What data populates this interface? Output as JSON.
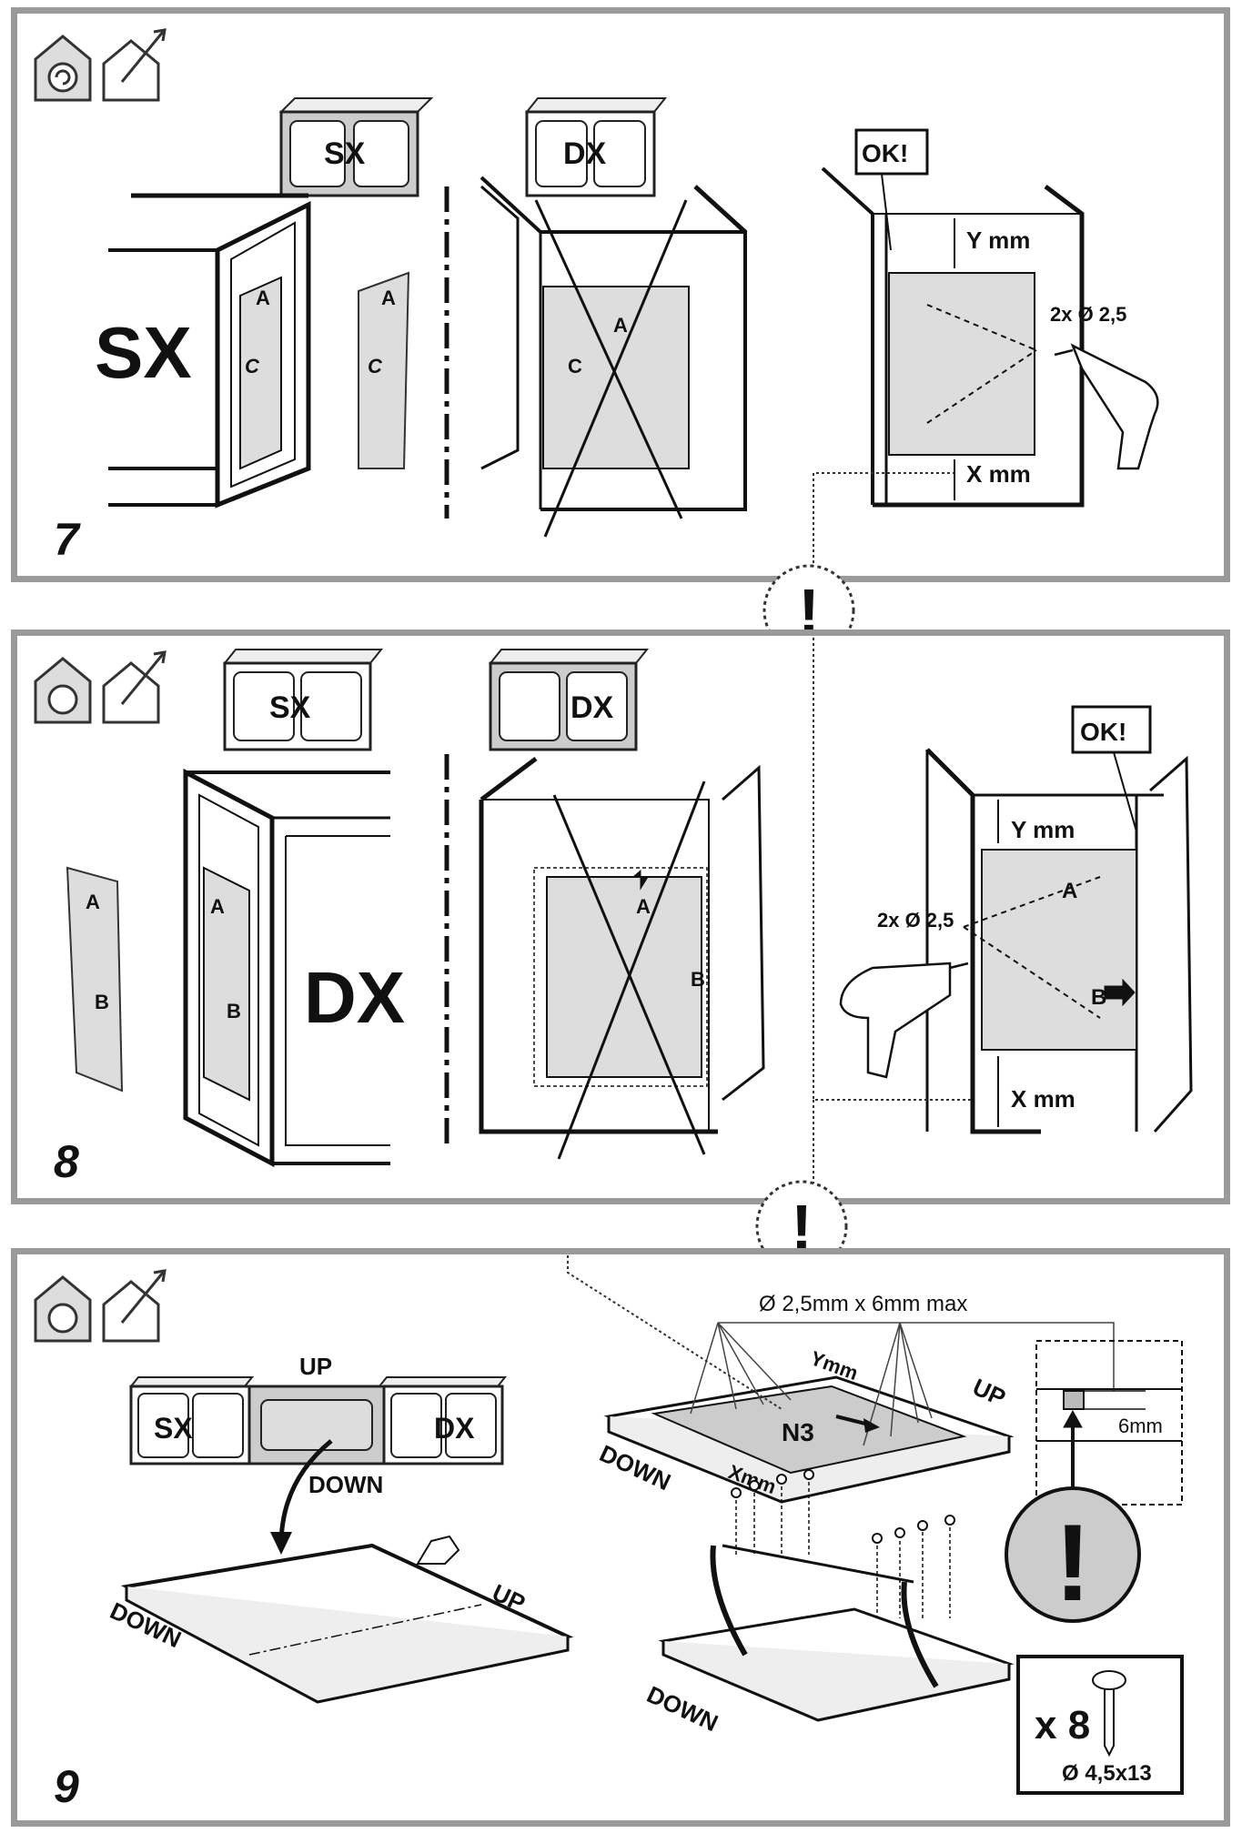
{
  "step7": {
    "number": "7",
    "sx_cabinet_label": "SX",
    "dx_cabinet_label": "DX",
    "big_sx": "SX",
    "label_a": "A",
    "label_c": "C",
    "ok": "OK!",
    "y_mm": "Y mm",
    "x_mm": "X mm",
    "drill_spec": "2x Ø 2,5"
  },
  "step8": {
    "number": "8",
    "sx_cabinet_label": "SX",
    "dx_cabinet_label": "DX",
    "big_dx": "DX",
    "label_a": "A",
    "label_b": "B",
    "ok": "OK!",
    "y_mm": "Y mm",
    "x_mm": "X mm",
    "drill_spec": "2x Ø 2,5"
  },
  "step9": {
    "number": "9",
    "sx": "SX",
    "dx": "DX",
    "up": "UP",
    "down": "DOWN",
    "hole_spec": "Ø 2,5mm x 6mm max",
    "ymm": "Ymm",
    "xmm": "Xmm",
    "panel_code": "N3",
    "depth": "6mm",
    "screw_count": "x 8",
    "screw_spec": "Ø 4,5x13"
  },
  "warning_mark": "!"
}
